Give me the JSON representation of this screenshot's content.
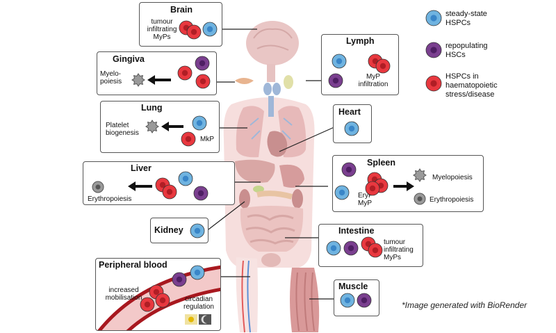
{
  "legend": [
    {
      "label_lines": [
        "steady-state",
        "HSPCs"
      ],
      "color": "#6fb3e0"
    },
    {
      "label_lines": [
        "repopulating",
        "HSCs"
      ],
      "color": "#7a3f8f"
    },
    {
      "label_lines": [
        "HSPCs in",
        "haematopoietic",
        "stress/disease"
      ],
      "color": "#e8383f"
    }
  ],
  "brain": {
    "title": "Brain",
    "label_lines": [
      "tumour",
      "infiltrating",
      "MyPs"
    ]
  },
  "gingiva": {
    "title": "Gingiva",
    "label_lines": [
      "Myelo-",
      "poiesis"
    ]
  },
  "lung": {
    "title": "Lung",
    "label_lines": [
      "Platelet",
      "biogenesis"
    ],
    "cell_label": "MkP"
  },
  "liver": {
    "title": "Liver",
    "label": "Erythropoiesis"
  },
  "kidney": {
    "title": "Kidney"
  },
  "peripheral_blood": {
    "title": "Peripheral blood",
    "left_lines": [
      "increased",
      "mobilisation"
    ],
    "right_lines": [
      "circadian",
      "regulation"
    ]
  },
  "lymph": {
    "title": "Lymph",
    "label_lines": [
      "MyP",
      "infiltration"
    ]
  },
  "heart": {
    "title": "Heart"
  },
  "spleen": {
    "title": "Spleen",
    "cell_lines": [
      "EryP",
      "MyP"
    ],
    "out1": "Myelopoiesis",
    "out2": "Erythropoiesis"
  },
  "intestine": {
    "title": "Intestine",
    "label_lines": [
      "tumour",
      "infiltrating",
      "MyPs"
    ]
  },
  "muscle": {
    "title": "Muscle"
  },
  "footnote": "*Image generated with BioRender",
  "colors": {
    "steady": "#6fb3e0",
    "steady_core": "#3a86c8",
    "repop": "#7a3f8f",
    "repop_core": "#4e1f63",
    "stress": "#e8383f",
    "stress_core": "#b01e25",
    "body": "#f4d4d2",
    "organ": "#e8b7b5"
  }
}
